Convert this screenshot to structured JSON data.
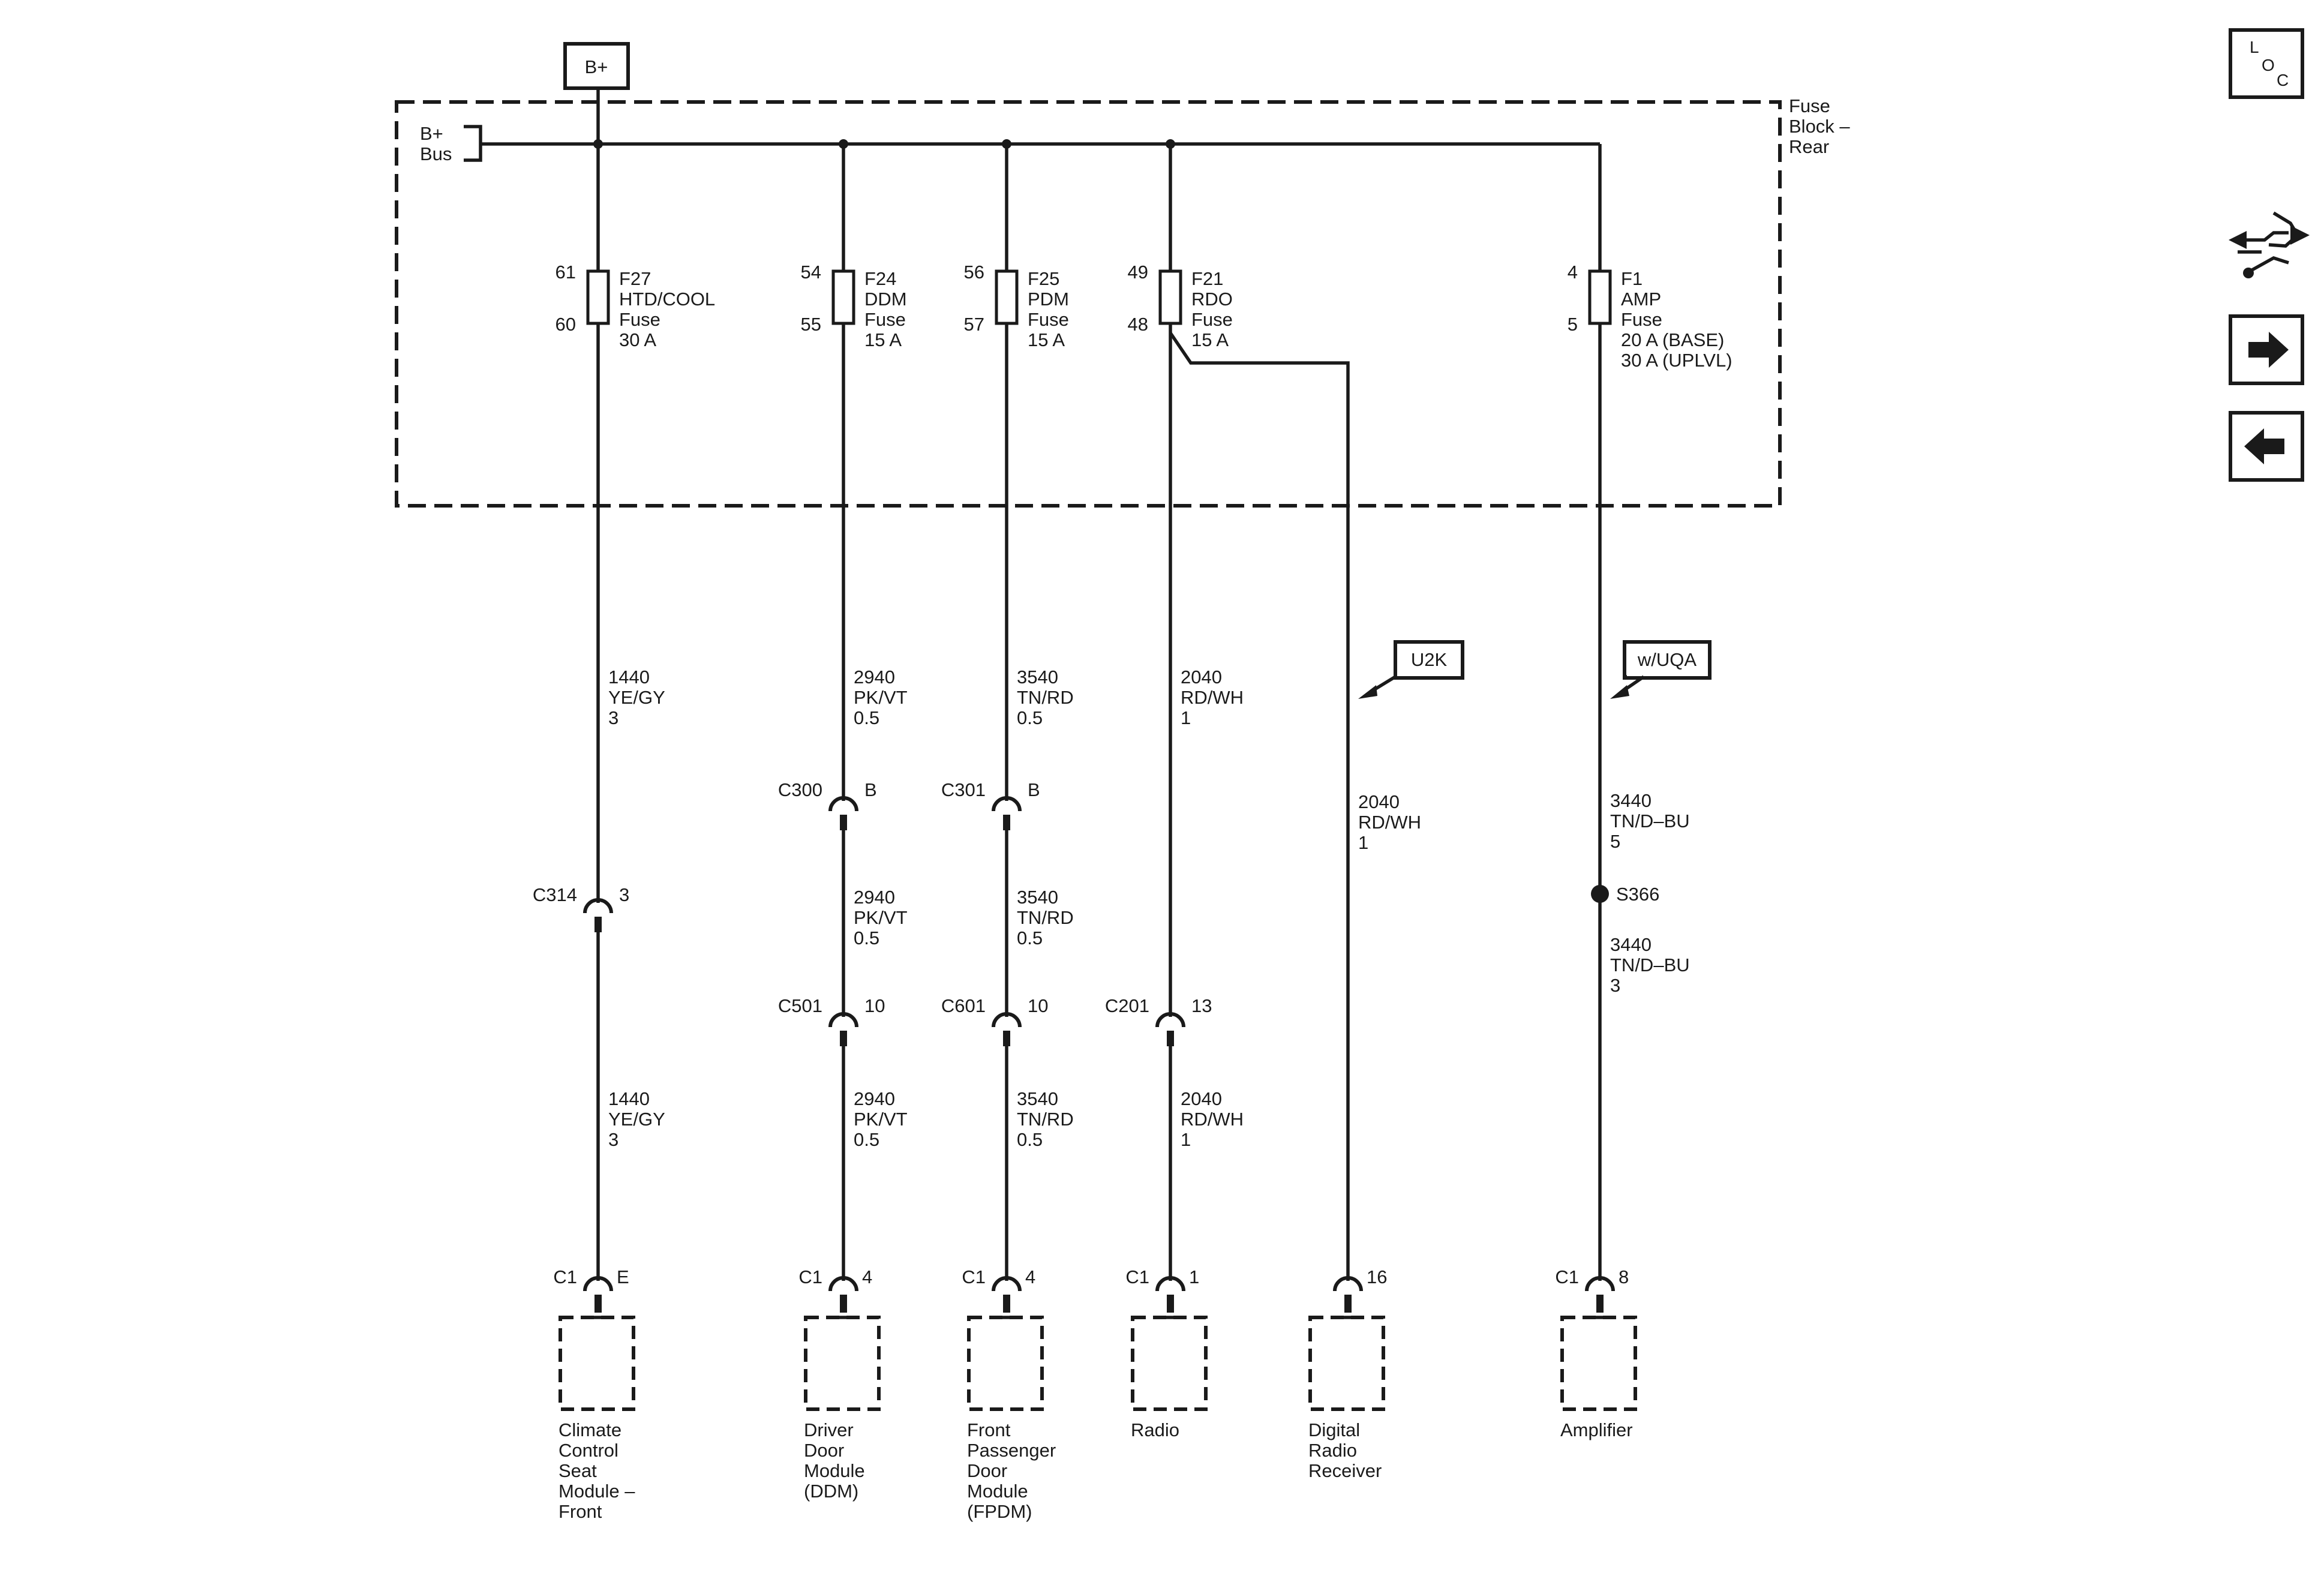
{
  "b_plus_tag": "B+",
  "fuse_block": {
    "line1": "Fuse",
    "line2": "Block –",
    "line3": "Rear"
  },
  "bus": {
    "line1": "B+",
    "line2": "Bus"
  },
  "fuses": [
    {
      "pin_top": "61",
      "pin_bottom": "60",
      "name": "F27",
      "circuit": "HTD/COOL",
      "label": "Fuse",
      "rating": "30 A",
      "rating2": ""
    },
    {
      "pin_top": "54",
      "pin_bottom": "55",
      "name": "F24",
      "circuit": "DDM",
      "label": "Fuse",
      "rating": "15 A",
      "rating2": ""
    },
    {
      "pin_top": "56",
      "pin_bottom": "57",
      "name": "F25",
      "circuit": "PDM",
      "label": "Fuse",
      "rating": "15 A",
      "rating2": ""
    },
    {
      "pin_top": "49",
      "pin_bottom": "48",
      "name": "F21",
      "circuit": "RDO",
      "label": "Fuse",
      "rating": "15 A",
      "rating2": ""
    },
    {
      "pin_top": "4",
      "pin_bottom": "5",
      "name": "F1",
      "circuit": "AMP",
      "label": "Fuse",
      "rating": "20 A (BASE)",
      "rating2": "30 A (UPLVL)"
    }
  ],
  "wires": {
    "w1": {
      "a1": "1440",
      "b1": "YE/GY",
      "c1": "3",
      "a2": "1440",
      "b2": "YE/GY",
      "c2": "3"
    },
    "w2": {
      "a1": "2940",
      "b1": "PK/VT",
      "c1": "0.5",
      "a2": "2940",
      "b2": "PK/VT",
      "c2": "0.5",
      "a3": "2940",
      "b3": "PK/VT",
      "c3": "0.5"
    },
    "w3": {
      "a1": "3540",
      "b1": "TN/RD",
      "c1": "0.5",
      "a2": "3540",
      "b2": "TN/RD",
      "c2": "0.5",
      "a3": "3540",
      "b3": "TN/RD",
      "c3": "0.5"
    },
    "w4": {
      "a1": "2040",
      "b1": "RD/WH",
      "c1": "1",
      "a2": "2040",
      "b2": "RD/WH",
      "c2": "1"
    },
    "w5": {
      "a1": "2040",
      "b1": "RD/WH",
      "c1": "1"
    },
    "w6": {
      "a1": "3440",
      "b1": "TN/D–BU",
      "c1": "5",
      "a2": "3440",
      "b2": "TN/D–BU",
      "c2": "3"
    }
  },
  "connectors": {
    "c300": {
      "name": "C300",
      "pin": "B"
    },
    "c301": {
      "name": "C301",
      "pin": "B"
    },
    "c314": {
      "name": "C314",
      "pin": "3"
    },
    "c501": {
      "name": "C501",
      "pin": "10"
    },
    "c601": {
      "name": "C601",
      "pin": "10"
    },
    "c201": {
      "name": "C201",
      "pin": "13"
    }
  },
  "splice": "S366",
  "options": {
    "u2k": "U2K",
    "uqa": "w/UQA"
  },
  "modules": [
    {
      "conn": "C1",
      "pin": "E",
      "l1": "Climate",
      "l2": "Control",
      "l3": "Seat",
      "l4": "Module –",
      "l5": "Front"
    },
    {
      "conn": "C1",
      "pin": "4",
      "l1": "Driver",
      "l2": "Door",
      "l3": "Module",
      "l4": "(DDM)",
      "l5": ""
    },
    {
      "conn": "C1",
      "pin": "4",
      "l1": "Front",
      "l2": "Passenger",
      "l3": "Door",
      "l4": "Module",
      "l5": "(FPDM)"
    },
    {
      "conn": "C1",
      "pin": "1",
      "l1": "Radio",
      "l2": "",
      "l3": "",
      "l4": "",
      "l5": ""
    },
    {
      "conn": "",
      "pin": "16",
      "l1": "Digital",
      "l2": "Radio",
      "l3": "Receiver",
      "l4": "",
      "l5": ""
    },
    {
      "conn": "C1",
      "pin": "8",
      "l1": "Amplifier",
      "l2": "",
      "l3": "",
      "l4": "",
      "l5": ""
    }
  ],
  "nav": {
    "loc_l": "L",
    "loc_o": "O",
    "loc_c": "C",
    "icons": [
      "loc-icon",
      "routing-icon",
      "next-arrow-icon",
      "back-arrow-icon"
    ]
  }
}
